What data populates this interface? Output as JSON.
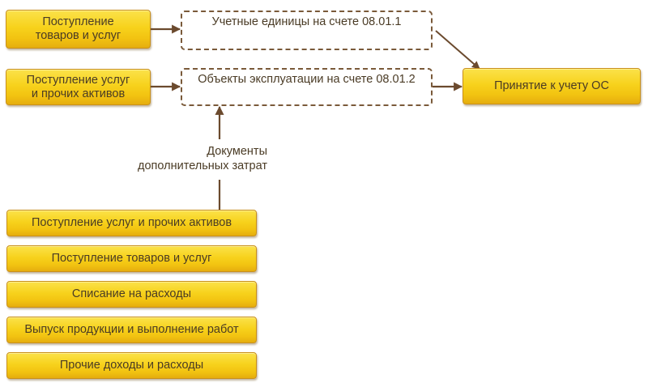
{
  "diagram": {
    "sources": [
      {
        "id": "src-goods",
        "label": "Поступление\nтоваров и услуг"
      },
      {
        "id": "src-services",
        "label": "Поступление услуг\nи прочих активов"
      }
    ],
    "accounts": [
      {
        "id": "acc-0811",
        "label": "Учетные единицы на счете 08.01.1"
      },
      {
        "id": "acc-0812",
        "label": "Объекты эксплуатации на счете 08.01.2"
      }
    ],
    "target": {
      "id": "target-os",
      "label": "Принятие к учету ОС"
    },
    "extra_costs_label": "Документы\nдополнительных затрат",
    "extra_cost_documents": [
      {
        "label": "Поступление услуг и прочих активов"
      },
      {
        "label": "Поступление товаров и услуг"
      },
      {
        "label": "Списание на расходы"
      },
      {
        "label": "Выпуск продукции и выполнение работ"
      },
      {
        "label": "Прочие доходы и расходы"
      }
    ],
    "edges": [
      {
        "from": "src-goods",
        "to": "acc-0811"
      },
      {
        "from": "src-services",
        "to": "acc-0812"
      },
      {
        "from": "acc-0811",
        "to": "target-os"
      },
      {
        "from": "acc-0812",
        "to": "target-os"
      },
      {
        "from": "extra_cost_documents",
        "to": "acc-0812"
      }
    ],
    "colors": {
      "box_fill": "#f7d21c",
      "box_border": "#c9901a",
      "arrow": "#6b4a2e",
      "text": "#4a3b25"
    }
  }
}
